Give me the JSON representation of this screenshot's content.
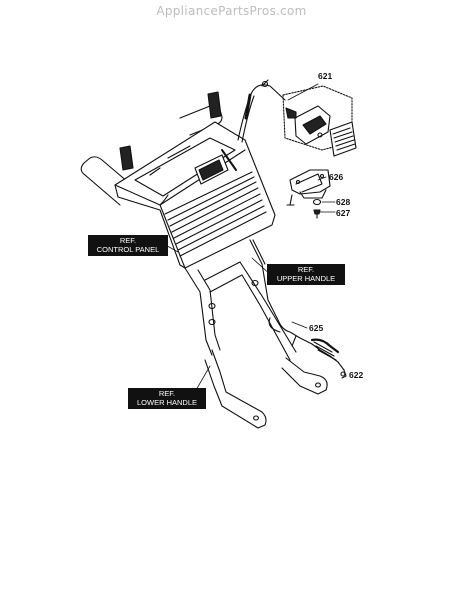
{
  "watermark": "AppliancePartsPros.com",
  "labels": {
    "control_panel": {
      "line1": "REF.",
      "line2": "CONTROL PANEL"
    },
    "upper_handle": {
      "line1": "REF.",
      "line2": "UPPER HANDLE"
    },
    "lower_handle": {
      "line1": "REF.",
      "line2": "LOWER HANDLE"
    }
  },
  "part_numbers": {
    "p621": "621",
    "p626": "626",
    "p628": "628",
    "p627": "627",
    "p625": "625",
    "p622": "622"
  }
}
